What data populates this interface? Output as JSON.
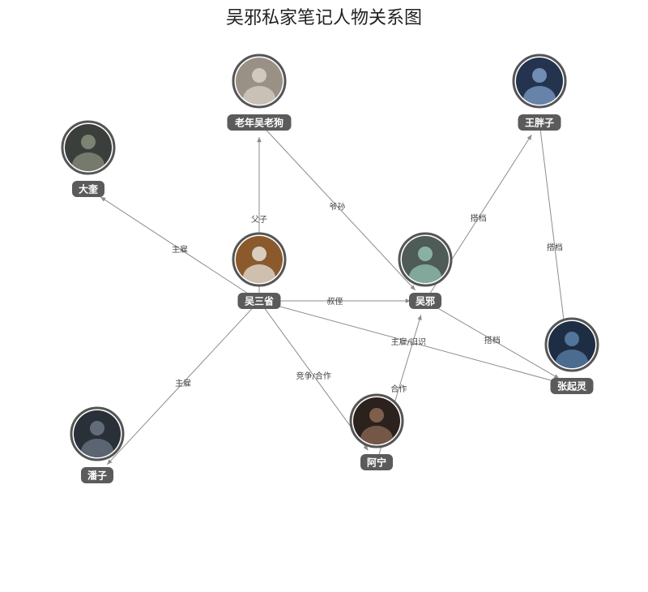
{
  "title": "吴邪私家笔记人物关系图",
  "colors": {
    "edge": "#8c8c8c",
    "label_bg": "#5b5b5b",
    "ring": "#555555"
  },
  "nodes": [
    {
      "id": "laowu",
      "name": "老年吴老狗",
      "avatar": {
        "bg": "#9a9186",
        "fg": "#d9d2c6"
      }
    },
    {
      "id": "wangpang",
      "name": "王胖子",
      "avatar": {
        "bg": "#24344e",
        "fg": "#7f9ec8"
      }
    },
    {
      "id": "dakui",
      "name": "大奎",
      "avatar": {
        "bg": "#3b3f3c",
        "fg": "#8a8f7c"
      }
    },
    {
      "id": "wusanxing",
      "name": "吴三省",
      "avatar": {
        "bg": "#8a5a2c",
        "fg": "#e6e2da"
      }
    },
    {
      "id": "wuxie",
      "name": "吴邪",
      "avatar": {
        "bg": "#4e5b57",
        "fg": "#93c1b2"
      }
    },
    {
      "id": "zhangqiling",
      "name": "张起灵",
      "avatar": {
        "bg": "#1d2e44",
        "fg": "#5b82a8"
      }
    },
    {
      "id": "panzi",
      "name": "潘子",
      "avatar": {
        "bg": "#2a3038",
        "fg": "#6c7784"
      }
    },
    {
      "id": "aning",
      "name": "阿宁",
      "avatar": {
        "bg": "#2b211d",
        "fg": "#8d6a55"
      }
    }
  ],
  "edges": [
    {
      "from": "wusanxing",
      "to": "laowu",
      "label": "父子"
    },
    {
      "from": "laowu",
      "to": "wuxie",
      "label": "爷孙"
    },
    {
      "from": "wusanxing",
      "to": "dakui",
      "label": "主雇"
    },
    {
      "from": "wusanxing",
      "to": "wuxie",
      "label": "叔侄"
    },
    {
      "from": "wuxie",
      "to": "wangpang",
      "label": "搭档"
    },
    {
      "from": "wangpang",
      "to": "zhangqiling",
      "label": "搭档"
    },
    {
      "from": "wuxie",
      "to": "zhangqiling",
      "label": "搭档"
    },
    {
      "from": "wusanxing",
      "to": "zhangqiling",
      "label": "主雇/旧识"
    },
    {
      "from": "wusanxing",
      "to": "panzi",
      "label": "主雇"
    },
    {
      "from": "wusanxing",
      "to": "aning",
      "label": "竞争/合作"
    },
    {
      "from": "aning",
      "to": "wuxie",
      "label": "合作"
    }
  ]
}
